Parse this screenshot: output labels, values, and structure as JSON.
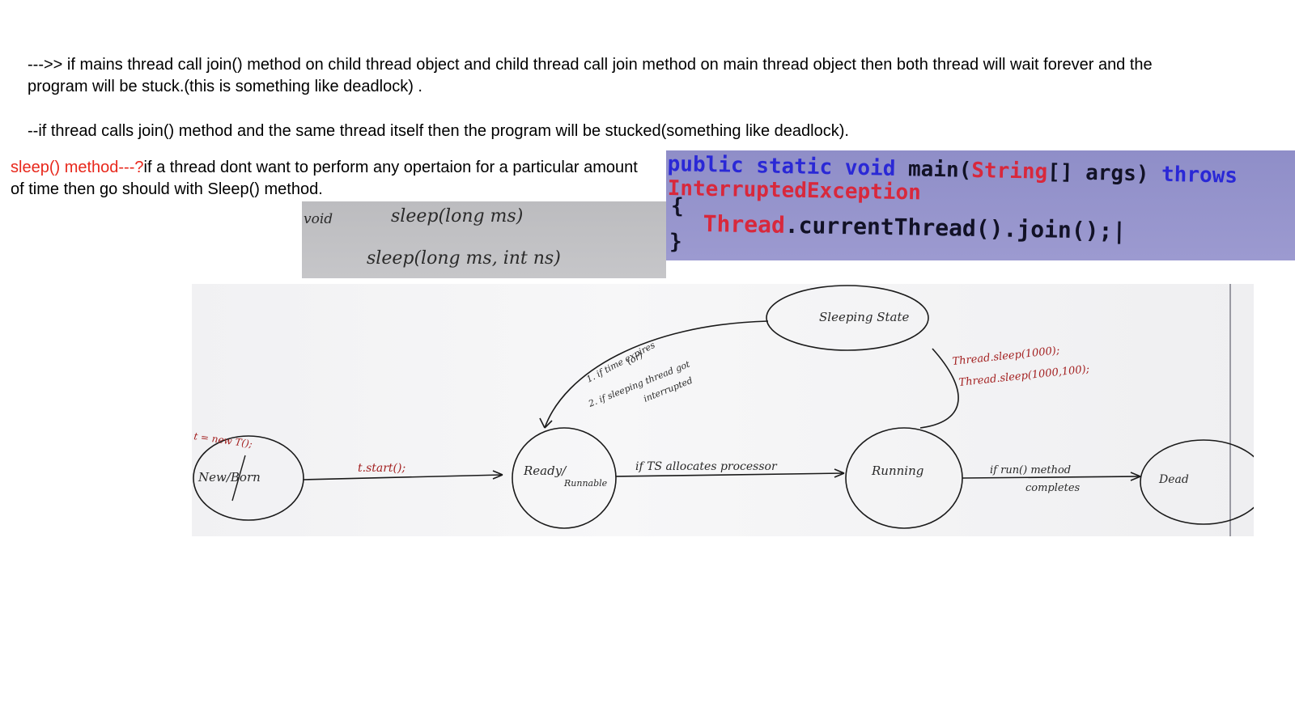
{
  "paragraphs": {
    "join_deadlock": "--->> if mains thread call join() method on child thread object and child thread call join method on main thread object then both thread will wait forever and the program will be stuck.(this is something like deadlock) .",
    "self_join": "--if thread calls join() method and the same thread itself then the program will be stucked(something like deadlock).",
    "sleep_label": "sleep() method---?",
    "sleep_desc": "if a thread dont want to perform any opertaion for a particular amount of time then go should with Sleep() method."
  },
  "sleep_signatures": {
    "void_text": "void",
    "sig1": "sleep(long ms)",
    "sig2": "sleep(long ms, int ns)"
  },
  "code": {
    "line1_kw": "public static void",
    "line1_name": "main(",
    "line1_type": "String",
    "line1_rest": "[] args)",
    "line1_throws": "throws",
    "line2": "InterruptedException",
    "line3": "{",
    "line4_class": "Thread",
    "line4_rest": ".currentThread().join();|",
    "line5": "}"
  },
  "diagram": {
    "states": {
      "new_born": "New/Born",
      "ready": "Ready/",
      "runnable": "Runnable",
      "running": "Running",
      "dead": "Dead",
      "sleeping": "Sleeping State"
    },
    "edges": {
      "start": "t.start();",
      "new_thread": "t = new T();",
      "ts_allocates": "if TS allocates processor",
      "run_complete_1": "if run() method",
      "run_complete_2": "completes",
      "sleep_call_1": "Thread.sleep(1000);",
      "sleep_call_2": "Thread.sleep(1000,100);",
      "wake_1": "1. if time expires",
      "wake_or": "(or)",
      "wake_2a": "2. if sleeping thread got",
      "wake_2b": "interrupted"
    }
  }
}
